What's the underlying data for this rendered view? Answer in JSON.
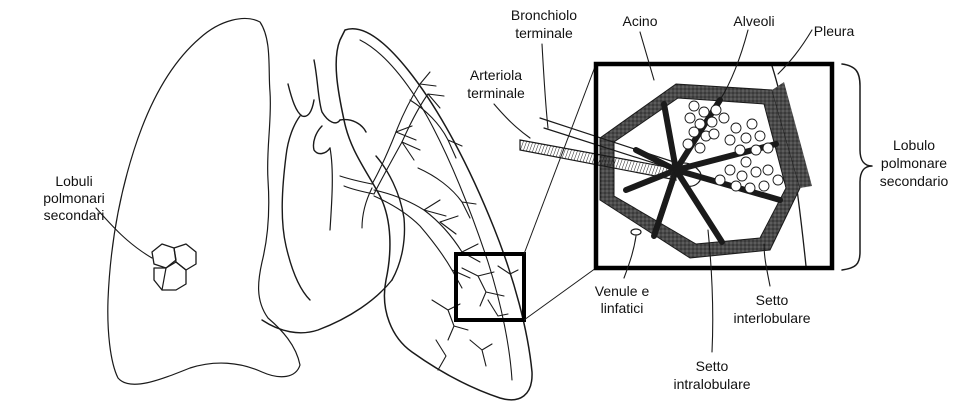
{
  "labels": {
    "lobuli_polmonari_secondari": [
      "Lobuli",
      "polmonari",
      "secondari"
    ],
    "bronchiolo_terminale": [
      "Bronchiolo",
      "terminale"
    ],
    "arteriola_terminale": [
      "Arteriola",
      "terminale"
    ],
    "acino": "Acino",
    "alveoli": "Alveoli",
    "pleura": "Pleura",
    "lobulo_polmonare_secondario": [
      "Lobulo",
      "polmonare",
      "secondario"
    ],
    "venule_e_linfatici": [
      "Venule e",
      "linfatici"
    ],
    "setto_interlobulare": [
      "Setto",
      "interlobulare"
    ],
    "setto_intralobulare": [
      "Setto",
      "intralobulare"
    ]
  },
  "colors": {
    "ink": "#1a1a1a",
    "background": "#ffffff",
    "septum": "#3a3a3a"
  }
}
